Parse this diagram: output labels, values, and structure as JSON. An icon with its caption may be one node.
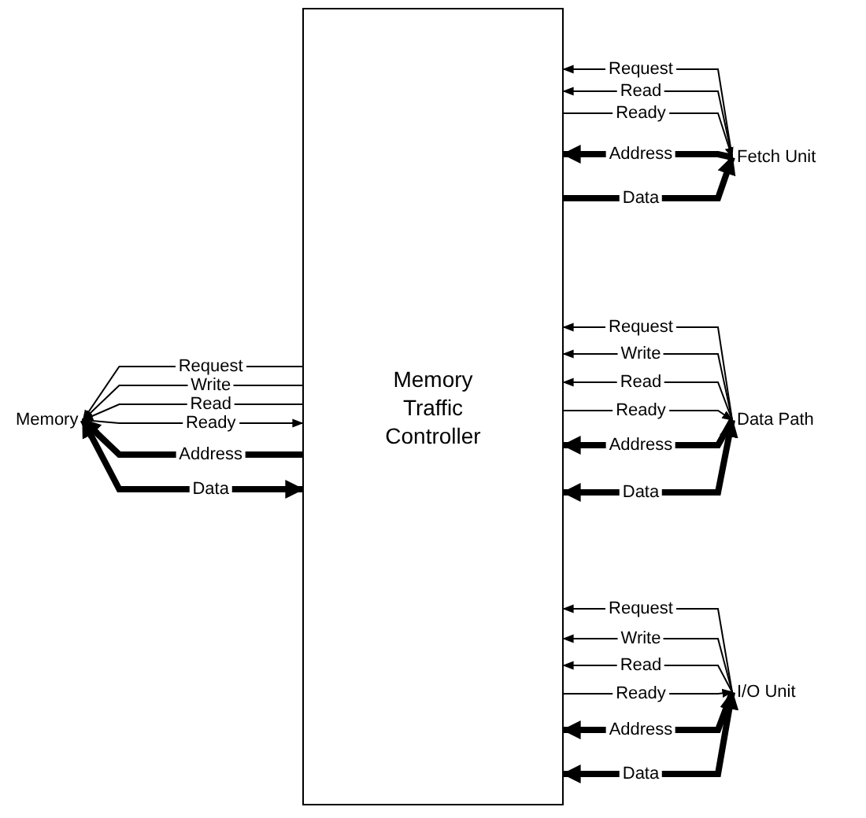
{
  "diagram": {
    "nodes": [
      {
        "text": [
          "Memory"
        ]
      },
      {
        "text": [
          "Memory Traffic Controller"
        ]
      },
      {
        "text": [
          "Fetch Unit"
        ]
      },
      {
        "text": [
          "Data Path"
        ]
      },
      {
        "text": [
          "I/O Unit"
        ]
      }
    ],
    "edges": [
      {
        "from": 1,
        "to": 0,
        "arrow": "to",
        "label": "Request"
      },
      {
        "from": 1,
        "to": 0,
        "arrow": "to",
        "label": "Write"
      },
      {
        "from": 1,
        "to": 0,
        "arrow": "to",
        "label": "Read"
      },
      {
        "from": 0,
        "to": 1,
        "arrow": "to",
        "label": "Ready"
      },
      {
        "from": 1,
        "to": 0,
        "arrow": "to",
        "label": "Address",
        "style": "thick"
      },
      {
        "from": 0,
        "to": 1,
        "arrow": "both",
        "label": "Data",
        "style": "thick"
      },
      {
        "from": 2,
        "to": 1,
        "arrow": "to",
        "label": "Request"
      },
      {
        "from": 2,
        "to": 1,
        "arrow": "to",
        "label": "Read"
      },
      {
        "from": 1,
        "to": 2,
        "arrow": "to",
        "label": "Ready"
      },
      {
        "from": 2,
        "to": 1,
        "arrow": "to",
        "label": "Address",
        "style": "thick"
      },
      {
        "from": 1,
        "to": 2,
        "arrow": "to",
        "label": "Data",
        "style": "thick"
      },
      {
        "from": 3,
        "to": 1,
        "arrow": "to",
        "label": "Request"
      },
      {
        "from": 3,
        "to": 1,
        "arrow": "to",
        "label": "Write"
      },
      {
        "from": 3,
        "to": 1,
        "arrow": "to",
        "label": "Read"
      },
      {
        "from": 1,
        "to": 3,
        "arrow": "to",
        "label": "Ready"
      },
      {
        "from": 3,
        "to": 1,
        "arrow": "to",
        "label": "Address",
        "style": "thick"
      },
      {
        "from": 1,
        "to": 3,
        "arrow": "both",
        "label": "Data",
        "style": "thick"
      },
      {
        "from": 4,
        "to": 1,
        "arrow": "to",
        "label": "Request"
      },
      {
        "from": 4,
        "to": 1,
        "arrow": "to",
        "label": "Write"
      },
      {
        "from": 4,
        "to": 1,
        "arrow": "to",
        "label": "Read"
      },
      {
        "from": 1,
        "to": 4,
        "arrow": "to",
        "label": "Ready"
      },
      {
        "from": 4,
        "to": 1,
        "arrow": "to",
        "label": "Address",
        "style": "thick"
      },
      {
        "from": 1,
        "to": 4,
        "arrow": "both",
        "label": "Data",
        "style": "thick"
      }
    ]
  }
}
